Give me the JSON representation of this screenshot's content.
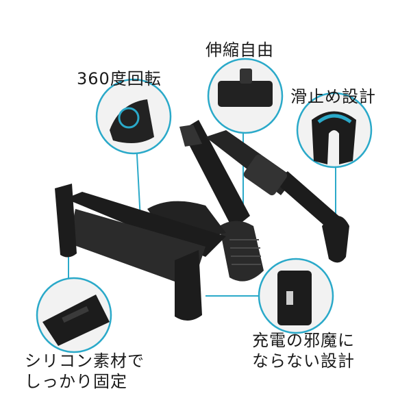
{
  "labels": {
    "rotation": "360度回転",
    "telescopic": "伸縮自由",
    "antislip": "滑止め設計",
    "silicone": [
      "シリコン素材で",
      "しっかり固定"
    ],
    "charging": [
      "充電の邪魔に",
      "ならない設計"
    ]
  },
  "colors": {
    "accent": "#2aa9c9",
    "product": "#1c1c1c",
    "product_shade": "#333333",
    "product_light": "#4a4a4a",
    "background": "#ffffff"
  },
  "icons": {
    "callout": "circle-detail-icon"
  }
}
